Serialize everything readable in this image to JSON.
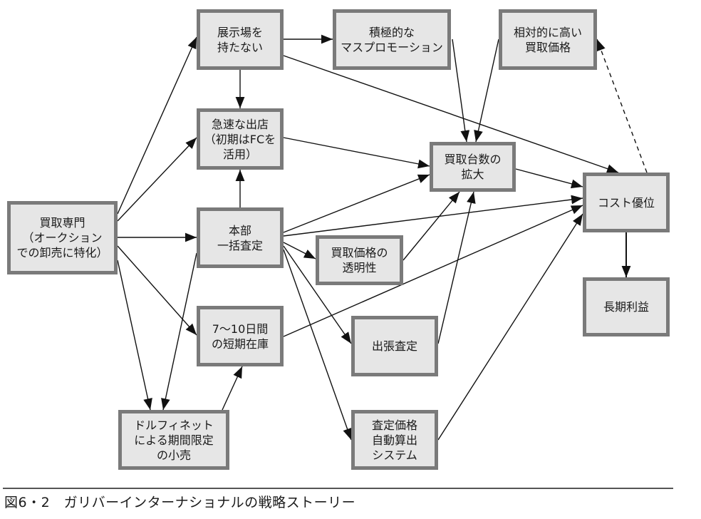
{
  "nodes": [
    {
      "id": "kaitori_senmon",
      "label": "買取専門\n（オークション\nでの卸売に特化）"
    },
    {
      "id": "tenjijo",
      "label": "展示場を\n持たない"
    },
    {
      "id": "kyusoku",
      "label": "急速な出店\n（初期はFCを\n活用）"
    },
    {
      "id": "honbu",
      "label": "本部\n一括査定"
    },
    {
      "id": "tanki",
      "label": "7～10日間\nの短期在庫"
    },
    {
      "id": "dolphinet",
      "label": "ドルフィネット\nによる期間限定\nの小売"
    },
    {
      "id": "sekkyoku",
      "label": "積極的な\nマスプロモーション"
    },
    {
      "id": "toumeisei",
      "label": "買取価格の\n透明性"
    },
    {
      "id": "shuccho",
      "label": "出張査定"
    },
    {
      "id": "jido",
      "label": "査定価格\n自動算出\nシステム"
    },
    {
      "id": "sotai",
      "label": "相対的に高い\n買取価格"
    },
    {
      "id": "kakudai",
      "label": "買取台数の\n拡大"
    },
    {
      "id": "cost",
      "label": "コスト優位"
    },
    {
      "id": "choki",
      "label": "長期利益"
    }
  ],
  "edges": [
    {
      "from": "kaitori_senmon",
      "to": "tenjijo",
      "style": "solid"
    },
    {
      "from": "kaitori_senmon",
      "to": "kyusoku",
      "style": "solid"
    },
    {
      "from": "kaitori_senmon",
      "to": "honbu",
      "style": "solid"
    },
    {
      "from": "kaitori_senmon",
      "to": "tanki",
      "style": "solid"
    },
    {
      "from": "kaitori_senmon",
      "to": "dolphinet",
      "style": "solid"
    },
    {
      "from": "tenjijo",
      "to": "sekkyoku",
      "style": "solid"
    },
    {
      "from": "tenjijo",
      "to": "kyusoku",
      "style": "solid"
    },
    {
      "from": "tenjijo",
      "to": "cost",
      "style": "solid"
    },
    {
      "from": "honbu",
      "to": "kyusoku",
      "style": "solid"
    },
    {
      "from": "honbu",
      "to": "dolphinet",
      "style": "solid"
    },
    {
      "from": "honbu",
      "to": "kakudai",
      "style": "solid"
    },
    {
      "from": "honbu",
      "to": "cost",
      "style": "solid"
    },
    {
      "from": "honbu",
      "to": "toumeisei",
      "style": "solid"
    },
    {
      "from": "honbu",
      "to": "shuccho",
      "style": "solid"
    },
    {
      "from": "honbu",
      "to": "jido",
      "style": "solid"
    },
    {
      "from": "kyusoku",
      "to": "kakudai",
      "style": "solid"
    },
    {
      "from": "dolphinet",
      "to": "tanki",
      "style": "solid"
    },
    {
      "from": "tanki",
      "to": "cost",
      "style": "solid"
    },
    {
      "from": "sekkyoku",
      "to": "kakudai",
      "style": "solid"
    },
    {
      "from": "sotai",
      "to": "kakudai",
      "style": "solid"
    },
    {
      "from": "toumeisei",
      "to": "kakudai",
      "style": "solid"
    },
    {
      "from": "shuccho",
      "to": "kakudai",
      "style": "solid"
    },
    {
      "from": "jido",
      "to": "cost",
      "style": "solid"
    },
    {
      "from": "kakudai",
      "to": "cost",
      "style": "solid"
    },
    {
      "from": "cost",
      "to": "choki",
      "style": "solid"
    },
    {
      "from": "cost",
      "to": "sotai",
      "style": "dashed"
    }
  ],
  "caption": "図6・2　ガリバーインターナショナルの戦略ストーリー",
  "colors": {
    "node_fill": "#e6e6e6",
    "node_border": "#7a7a7a",
    "edge": "#111111"
  }
}
